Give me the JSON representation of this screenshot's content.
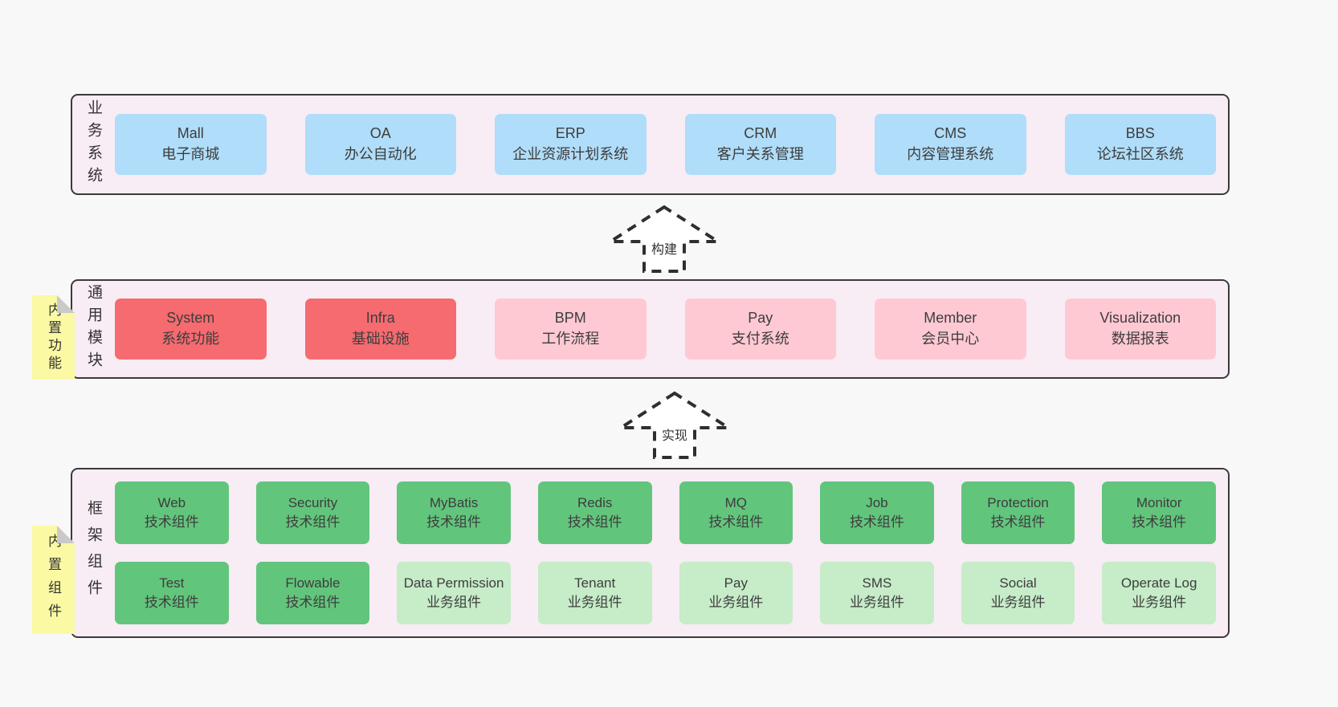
{
  "colors": {
    "page_bg": "#f8f8f8",
    "panel_bg": "#f8ecf5",
    "panel_border": "#3a3a3a",
    "business_box_blue": "#b0ddf9",
    "module_box_red": "#f56b6f",
    "module_box_pink": "#fec9d3",
    "component_box_green": "#62c57c",
    "component_box_green_light": "#c6ecc8",
    "sticky_yellow": "#fbf9a3",
    "sticky_fold_gray": "#c9c9c9",
    "text": "#3d3d3d"
  },
  "sections": {
    "business": {
      "label": "业务系统",
      "items": [
        {
          "name": "Mall",
          "desc": "电子商城"
        },
        {
          "name": "OA",
          "desc": "办公自动化"
        },
        {
          "name": "ERP",
          "desc": "企业资源计划系统"
        },
        {
          "name": "CRM",
          "desc": "客户关系管理"
        },
        {
          "name": "CMS",
          "desc": "内容管理系统"
        },
        {
          "name": "BBS",
          "desc": "论坛社区系统"
        }
      ]
    },
    "modules": {
      "label": "通用模块",
      "sticky": "内置功能",
      "items": [
        {
          "name": "System",
          "desc": "系统功能"
        },
        {
          "name": "Infra",
          "desc": "基础设施"
        },
        {
          "name": "BPM",
          "desc": "工作流程"
        },
        {
          "name": "Pay",
          "desc": "支付系统"
        },
        {
          "name": "Member",
          "desc": "会员中心"
        },
        {
          "name": "Visualization",
          "desc": "数据报表"
        }
      ]
    },
    "components": {
      "label": "框架组件",
      "sticky": "内置组件",
      "rows": [
        [
          {
            "name": "Web",
            "desc": "技术组件"
          },
          {
            "name": "Security",
            "desc": "技术组件"
          },
          {
            "name": "MyBatis",
            "desc": "技术组件"
          },
          {
            "name": "Redis",
            "desc": "技术组件"
          },
          {
            "name": "MQ",
            "desc": "技术组件"
          },
          {
            "name": "Job",
            "desc": "技术组件"
          },
          {
            "name": "Protection",
            "desc": "技术组件"
          },
          {
            "name": "Monitor",
            "desc": "技术组件"
          }
        ],
        [
          {
            "name": "Test",
            "desc": "技术组件"
          },
          {
            "name": "Flowable",
            "desc": "技术组件"
          },
          {
            "name": "Data Permission",
            "desc": "业务组件"
          },
          {
            "name": "Tenant",
            "desc": "业务组件"
          },
          {
            "name": "Pay",
            "desc": "业务组件"
          },
          {
            "name": "SMS",
            "desc": "业务组件"
          },
          {
            "name": "Social",
            "desc": "业务组件"
          },
          {
            "name": "Operate Log",
            "desc": "业务组件"
          }
        ]
      ]
    }
  },
  "arrows": {
    "build": {
      "label": "构建"
    },
    "implement": {
      "label": "实现"
    }
  }
}
